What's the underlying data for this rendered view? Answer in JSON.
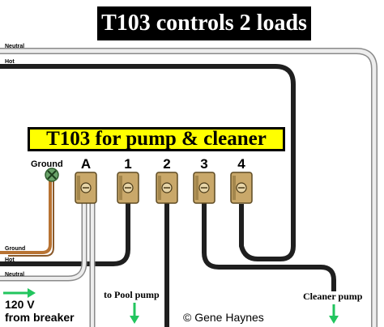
{
  "title": "T103 controls 2 loads",
  "subtitle": "T103 for pump & cleaner",
  "terminals": [
    "A",
    "1",
    "2",
    "3",
    "4"
  ],
  "ground_label": "Ground",
  "wire_labels": {
    "neutral_top": "Neutral",
    "hot_top": "Hot",
    "ground_bottom": "Ground",
    "hot_bottom": "Hot",
    "neutral_bottom": "Neutral"
  },
  "supply": {
    "voltage": "120 V",
    "source": "from breaker"
  },
  "loads": {
    "pool_pump": "to Pool pump",
    "cleaner_pump": "Cleaner pump"
  },
  "copyright": "© Gene Haynes",
  "colors": {
    "title_bg": "#000000",
    "subtitle_bg": "#ffff00",
    "arrow": "#22c55e",
    "hot": "#1f1f1f",
    "neutral": "#d9d9d9",
    "ground": "#b87333"
  }
}
